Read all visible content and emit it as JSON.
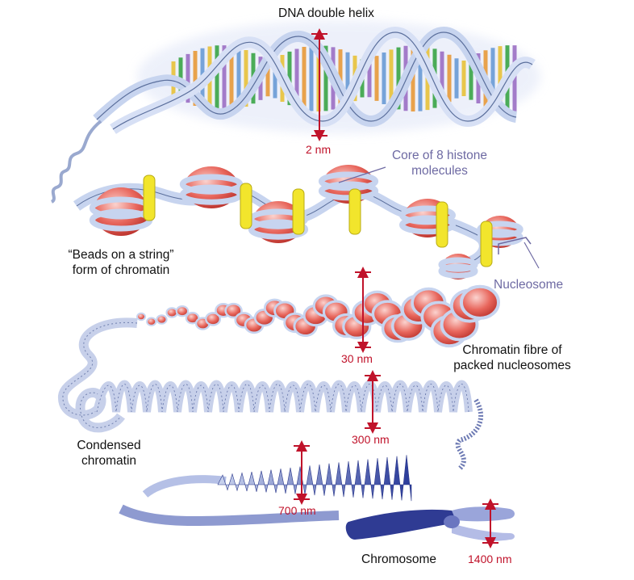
{
  "title": "DNA double helix",
  "scale_labels": {
    "dna": "2 nm",
    "fibre": "30 nm",
    "loops": "300 nm",
    "condensed": "700 nm",
    "chromosome": "1400 nm"
  },
  "labels": {
    "histone_line1": "Core of 8 histone",
    "histone_line2": "molecules",
    "beads_line1": "“Beads on a string”",
    "beads_line2": "form of chromatin",
    "nucleosome": "Nucleosome",
    "fibre_line1": "Chromatin fibre of",
    "fibre_line2": "packed nucleosomes",
    "condensed_line1": "Condensed",
    "condensed_line2": "chromatin",
    "chromosome": "Chromosome"
  },
  "colors": {
    "helix_strand": "#c7d4ef",
    "strand_edge": "#5b6f9c",
    "base_pairs": [
      "#e8c23a",
      "#3aa547",
      "#9b6fc4",
      "#e89a3a",
      "#6a9bd6"
    ],
    "nucleosome": "#e0584d",
    "linker_protein": "#f2e52c",
    "chromosome": "#3f4aa0",
    "scale_marker": "#c0122a",
    "label_purple": "#6e6aa3"
  }
}
